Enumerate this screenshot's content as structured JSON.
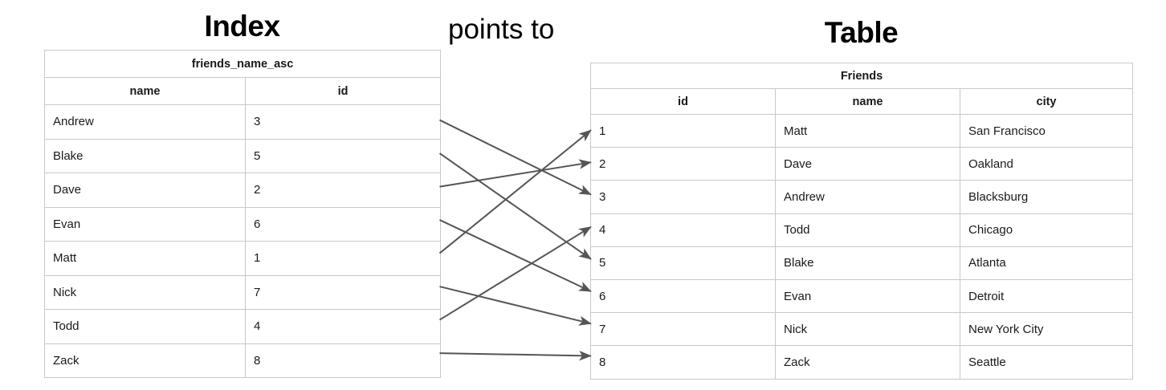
{
  "titles": {
    "index": "Index",
    "table": "Table",
    "relation_label": "points to"
  },
  "index_table": {
    "caption": "friends_name_asc",
    "columns": [
      "name",
      "id"
    ],
    "rows": [
      [
        "Andrew",
        "3"
      ],
      [
        "Blake",
        "5"
      ],
      [
        "Dave",
        "2"
      ],
      [
        "Evan",
        "6"
      ],
      [
        "Matt",
        "1"
      ],
      [
        "Nick",
        "7"
      ],
      [
        "Todd",
        "4"
      ],
      [
        "Zack",
        "8"
      ]
    ]
  },
  "data_table": {
    "caption": "Friends",
    "columns": [
      "id",
      "name",
      "city"
    ],
    "rows": [
      [
        "1",
        "Matt",
        "San Francisco"
      ],
      [
        "2",
        "Dave",
        "Oakland"
      ],
      [
        "3",
        "Andrew",
        "Blacksburg"
      ],
      [
        "4",
        "Todd",
        "Chicago"
      ],
      [
        "5",
        "Blake",
        "Atlanta"
      ],
      [
        "6",
        "Evan",
        "Detroit"
      ],
      [
        "7",
        "Nick",
        "New York City"
      ],
      [
        "8",
        "Zack",
        "Seattle"
      ]
    ]
  },
  "connections": [
    {
      "from_index_row": 0,
      "from_name": "Andrew",
      "to_id": "3"
    },
    {
      "from_index_row": 1,
      "from_name": "Blake",
      "to_id": "5"
    },
    {
      "from_index_row": 2,
      "from_name": "Dave",
      "to_id": "2"
    },
    {
      "from_index_row": 3,
      "from_name": "Evan",
      "to_id": "6"
    },
    {
      "from_index_row": 4,
      "from_name": "Matt",
      "to_id": "1"
    },
    {
      "from_index_row": 5,
      "from_name": "Nick",
      "to_id": "7"
    },
    {
      "from_index_row": 6,
      "from_name": "Todd",
      "to_id": "4"
    },
    {
      "from_index_row": 7,
      "from_name": "Zack",
      "to_id": "8"
    }
  ],
  "colors": {
    "arrow": "#555555",
    "border": "#c9c9c9",
    "text": "#1a1a1a",
    "title": "#000000",
    "background": "#ffffff"
  }
}
